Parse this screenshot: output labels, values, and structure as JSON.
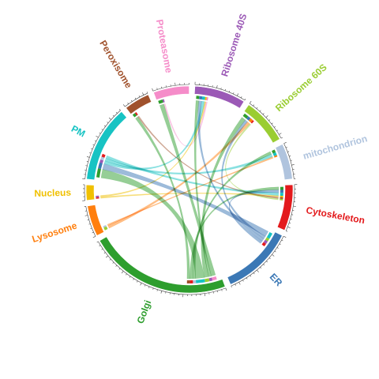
{
  "chart_data": {
    "type": "chord",
    "title": "",
    "sectors": [
      {
        "name": "Ribosome 40S",
        "color": "#9b59b6",
        "size": 10
      },
      {
        "name": "Ribosome 60S",
        "color": "#9acd32",
        "size": 9
      },
      {
        "name": "mitochondrion",
        "color": "#b0c4de",
        "size": 7
      },
      {
        "name": "Cytoskeleton",
        "color": "#e31a1c",
        "size": 9
      },
      {
        "name": "ER",
        "color": "#3b78b5",
        "size": 14
      },
      {
        "name": "Golgi",
        "color": "#2e9e2e",
        "size": 28
      },
      {
        "name": "Lysosome",
        "color": "#ff7f0e",
        "size": 6
      },
      {
        "name": "Nucleus",
        "color": "#f0c000",
        "size": 3
      },
      {
        "name": "PM",
        "color": "#17c3c3",
        "size": 15
      },
      {
        "name": "Peroxisome",
        "color": "#a0522d",
        "size": 5
      },
      {
        "name": "Proteasome",
        "color": "#f58cc9",
        "size": 7
      }
    ],
    "links": [
      {
        "source": "Golgi",
        "target": "Proteasome",
        "value": 3
      },
      {
        "source": "Golgi",
        "target": "Ribosome 40S",
        "value": 2
      },
      {
        "source": "Golgi",
        "target": "Ribosome 60S",
        "value": 3
      },
      {
        "source": "Golgi",
        "target": "PM",
        "value": 6
      },
      {
        "source": "Golgi",
        "target": "mitochondrion",
        "value": 2
      },
      {
        "source": "Golgi",
        "target": "Cytoskeleton",
        "value": 2
      },
      {
        "source": "Golgi",
        "target": "Peroxisome",
        "value": 2
      },
      {
        "source": "ER",
        "target": "PM",
        "value": 4
      },
      {
        "source": "ER",
        "target": "Ribosome 60S",
        "value": 2
      },
      {
        "source": "ER",
        "target": "Ribosome 40S",
        "value": 2
      },
      {
        "source": "ER",
        "target": "Cytoskeleton",
        "value": 2
      },
      {
        "source": "PM",
        "target": "Ribosome 40S",
        "value": 2
      },
      {
        "source": "PM",
        "target": "mitochondrion",
        "value": 2
      },
      {
        "source": "PM",
        "target": "Cytoskeleton",
        "value": 2
      },
      {
        "source": "Lysosome",
        "target": "Ribosome 60S",
        "value": 2
      },
      {
        "source": "Lysosome",
        "target": "mitochondrion",
        "value": 1
      },
      {
        "source": "Nucleus",
        "target": "Cytoskeleton",
        "value": 1
      },
      {
        "source": "Nucleus",
        "target": "Ribosome 40S",
        "value": 1
      },
      {
        "source": "Proteasome",
        "target": "Ribosome 40S",
        "value": 1
      },
      {
        "source": "Peroxisome",
        "target": "Cytoskeleton",
        "value": 1
      },
      {
        "source": "Ribosome 60S",
        "target": "Cytoskeleton",
        "value": 1
      }
    ]
  }
}
